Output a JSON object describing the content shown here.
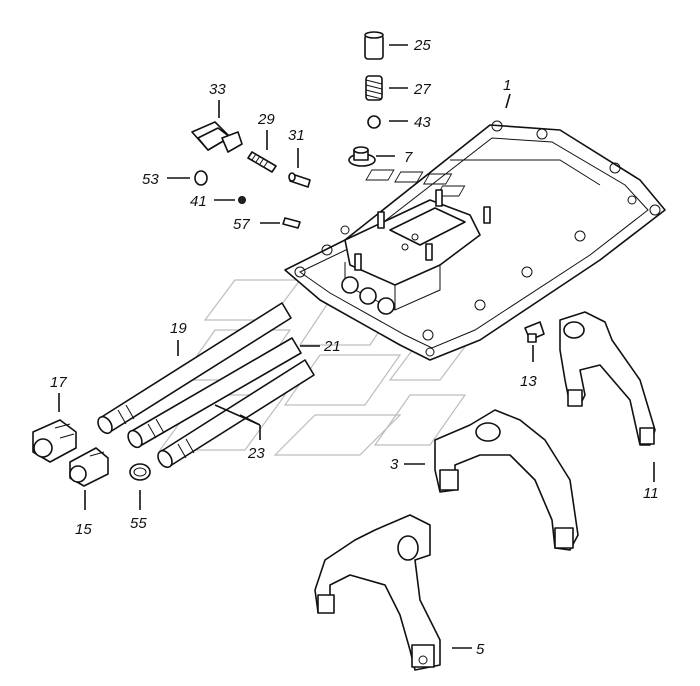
{
  "callouts": [
    {
      "id": "p1",
      "text": "1"
    },
    {
      "id": "p3",
      "text": "3"
    },
    {
      "id": "p5",
      "text": "5"
    },
    {
      "id": "p7",
      "text": "7"
    },
    {
      "id": "p11",
      "text": "11"
    },
    {
      "id": "p13",
      "text": "13"
    },
    {
      "id": "p15",
      "text": "15"
    },
    {
      "id": "p17",
      "text": "17"
    },
    {
      "id": "p19",
      "text": "19"
    },
    {
      "id": "p21",
      "text": "21"
    },
    {
      "id": "p23",
      "text": "23"
    },
    {
      "id": "p25",
      "text": "25"
    },
    {
      "id": "p27",
      "text": "27"
    },
    {
      "id": "p29",
      "text": "29"
    },
    {
      "id": "p31",
      "text": "31"
    },
    {
      "id": "p33",
      "text": "33"
    },
    {
      "id": "p41",
      "text": "41"
    },
    {
      "id": "p43",
      "text": "43"
    },
    {
      "id": "p53",
      "text": "53"
    },
    {
      "id": "p55",
      "text": "55"
    },
    {
      "id": "p57",
      "text": "57"
    }
  ]
}
